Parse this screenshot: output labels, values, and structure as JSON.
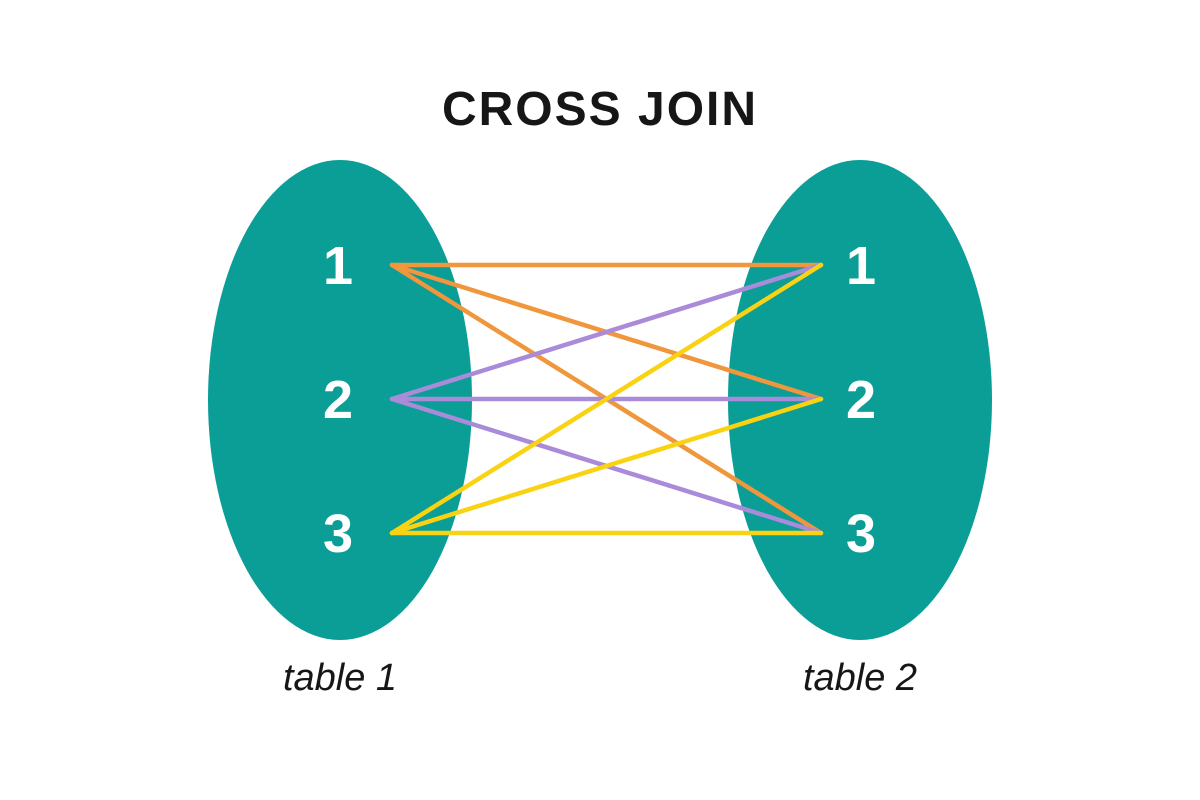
{
  "title": "CROSS JOIN",
  "colors": {
    "ellipse": "#0A9E96",
    "orange": "#F0963C",
    "purple": "#A98BD9",
    "yellow": "#F9D313",
    "text": "#161616"
  },
  "tables": {
    "left": {
      "label": "table 1",
      "items": [
        "1",
        "2",
        "3"
      ]
    },
    "right": {
      "label": "table 2",
      "items": [
        "1",
        "2",
        "3"
      ]
    }
  },
  "connections": [
    {
      "from": "1",
      "to": "1",
      "color": "orange"
    },
    {
      "from": "1",
      "to": "2",
      "color": "orange"
    },
    {
      "from": "1",
      "to": "3",
      "color": "orange"
    },
    {
      "from": "2",
      "to": "1",
      "color": "purple"
    },
    {
      "from": "2",
      "to": "2",
      "color": "purple"
    },
    {
      "from": "2",
      "to": "3",
      "color": "purple"
    },
    {
      "from": "3",
      "to": "1",
      "color": "yellow"
    },
    {
      "from": "3",
      "to": "2",
      "color": "yellow"
    },
    {
      "from": "3",
      "to": "3",
      "color": "yellow"
    }
  ]
}
